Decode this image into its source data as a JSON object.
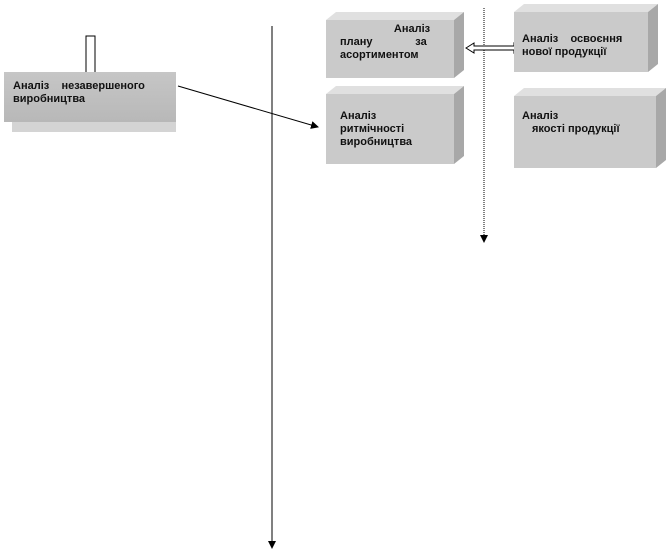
{
  "boxes": {
    "unfinished": {
      "line1": "Аналіз    незавершеного",
      "line2": "виробництва"
    },
    "assortment": {
      "line1": "Аналіз",
      "line2": "плану              за",
      "line3": "асортиментом"
    },
    "new_products": {
      "line1": "Аналіз    освоєння",
      "line2": "нової продукції"
    },
    "rhythm": {
      "line1": "Аналіз",
      "line2": "ритмічності",
      "line3": "виробництва"
    },
    "quality": {
      "line1": "Аналіз",
      "line2": "якості продукції"
    }
  },
  "colors": {
    "box_fill": "#c8c8c8",
    "box_shadow": "#9a9a9a",
    "line": "#000000"
  }
}
